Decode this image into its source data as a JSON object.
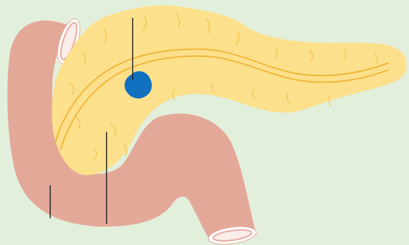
{
  "colors": {
    "background": "#e2efdb",
    "intestine_fill": "#e4a899",
    "intestine_inner": "#fbeeea",
    "intestine_rim": "#ffffff",
    "pancreas_fill": "#fde08c",
    "pancreas_lobule_line": "#f2c24a",
    "duct": "#f0b63a",
    "tumor": "#1170c0",
    "pointer_line": "#222222"
  },
  "diagram": {
    "parts": [
      "duodenum",
      "pancreas",
      "pancreatic-duct",
      "tumor"
    ],
    "pointer_lines": 3,
    "labels": []
  }
}
